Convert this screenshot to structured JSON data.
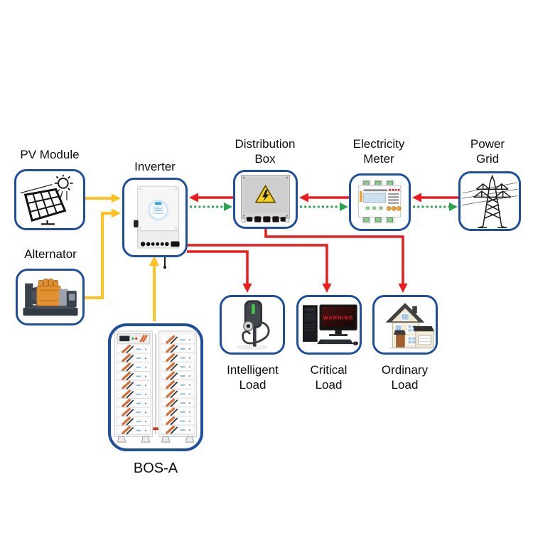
{
  "diagram": {
    "type": "hybrid-solar-energy-storage-system",
    "colors": {
      "box_border": "#1E4F9E",
      "dc_yellow": "#FFC21E",
      "ac_red": "#EC1C1C",
      "feedin_green": "#2AA54B"
    },
    "labels": {
      "pv_module": "PV Module",
      "alternator": "Alternator",
      "inverter": "Inverter",
      "distribution_box": "Distribution\nBox",
      "electricity_meter": "Electricity\nMeter",
      "power_grid": "Power\nGrid",
      "bos_a": "BOS-A",
      "intelligent_load": "Intelligent\nLoad",
      "critical_load": "Critical\nLoad",
      "ordinary_load": "Ordinary\nLoad"
    },
    "screen_text": {
      "critical_load_monitor": "WARNING"
    }
  }
}
